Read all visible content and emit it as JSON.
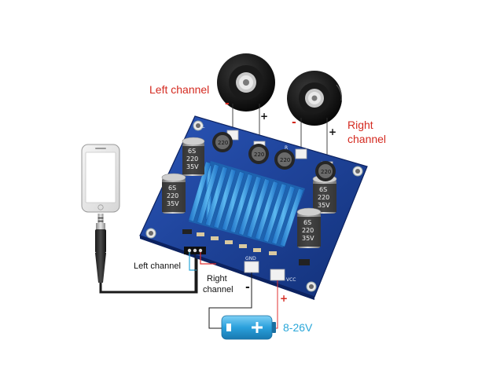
{
  "labels": {
    "left_channel_top": "Left channel",
    "right_channel_top_1": "Right",
    "right_channel_top_2": "channel",
    "left_channel_input": "Left channel",
    "right_channel_input_1": "Right",
    "right_channel_input_2": "channel",
    "supply_voltage": "8-26V"
  },
  "signs": {
    "minus": "-",
    "plus": "+"
  },
  "board": {
    "capacitor_text_1": "6S",
    "capacitor_text_2": "220",
    "capacitor_text_3": "35V",
    "inductor_text": "220",
    "silk_gnd": "GND",
    "silk_vcc": "VCC",
    "silk_r": "R",
    "silk_l": "L"
  },
  "colors": {
    "label_red": "#d42a20",
    "voltage_blue": "#2aa7d9",
    "board_blue": "#1b3f9b",
    "heatsink_blue": "#2f8fd8",
    "wire_red": "#e03030",
    "wire_black": "#1a1a1a"
  }
}
